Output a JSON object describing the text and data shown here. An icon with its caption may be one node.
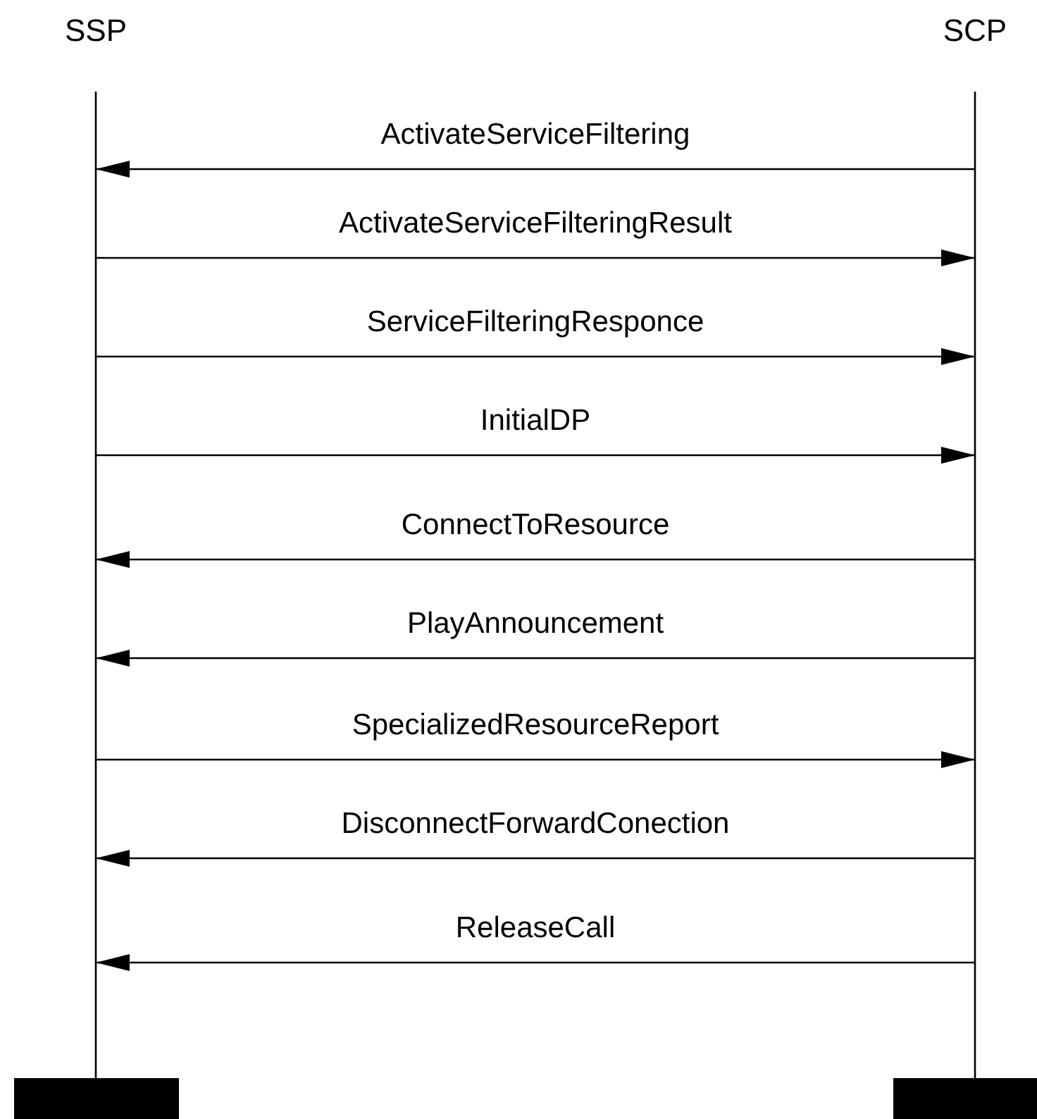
{
  "diagram": {
    "nodes": [
      {
        "text": [
          "SSP"
        ]
      },
      {
        "text": [
          "SCP"
        ]
      }
    ],
    "edges": [
      {
        "from": 1,
        "to": 0,
        "arrow": "to",
        "label": "ActivateServiceFiltering"
      },
      {
        "from": 0,
        "to": 1,
        "arrow": "to",
        "label": "ActivateServiceFilteringResult"
      },
      {
        "from": 0,
        "to": 1,
        "arrow": "to",
        "label": "ServiceFilteringResponce"
      },
      {
        "from": 0,
        "to": 1,
        "arrow": "to",
        "label": "InitialDP"
      },
      {
        "from": 1,
        "to": 0,
        "arrow": "to",
        "label": "ConnectToResource"
      },
      {
        "from": 1,
        "to": 0,
        "arrow": "to",
        "label": "PlayAnnouncement"
      },
      {
        "from": 0,
        "to": 1,
        "arrow": "to",
        "label": "SpecializedResourceReport"
      },
      {
        "from": 1,
        "to": 0,
        "arrow": "to",
        "label": "DisconnectForwardConection"
      },
      {
        "from": 1,
        "to": 0,
        "arrow": "to",
        "label": "ReleaseCall"
      }
    ]
  }
}
